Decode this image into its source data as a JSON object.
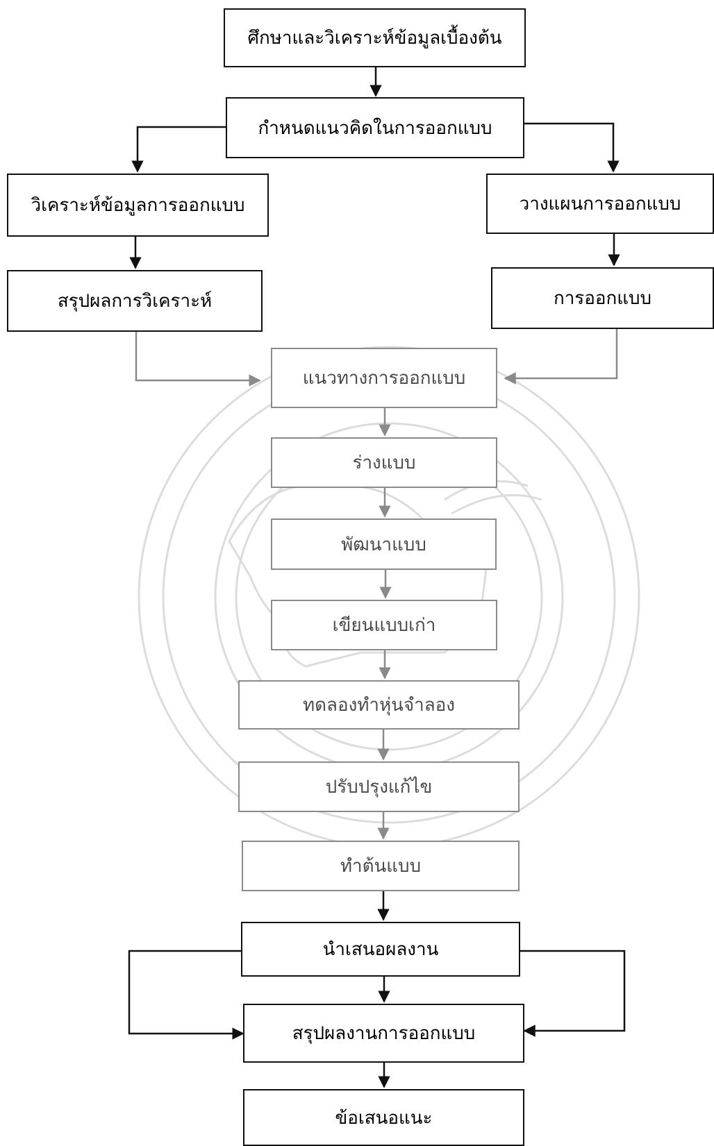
{
  "steps": {
    "s1": "ศึกษาและวิเคราะห์ข้อมูลเบื้องต้น",
    "s2": "กำหนดแนวคิดในการออกแบบ",
    "left1": "วิเคราะห์ข้อมูลการออกแบบ",
    "left2": "สรุปผลการวิเคราะห์",
    "right1": "วางแผนการออกแบบ",
    "right2": "การออกแบบ",
    "s3": "แนวทางการออกแบบ",
    "s4": "ร่างแบบ",
    "s5": "พัฒนาแบบ",
    "s6": "เขียนแบบเก่า",
    "s7": "ทดลองทำหุ่นจำลอง",
    "s8": "ปรับปรุงแก้ไข",
    "s9": "ทำต้นแบบ",
    "s10": "นำเสนอผลงาน",
    "s11": "สรุปผลงานการออกแบบ",
    "s12": "ข้อเสนอแนะ"
  },
  "colors": {
    "dark": "#111111",
    "faded": "#8a8a8a",
    "watermark": "#d9d9d9"
  }
}
